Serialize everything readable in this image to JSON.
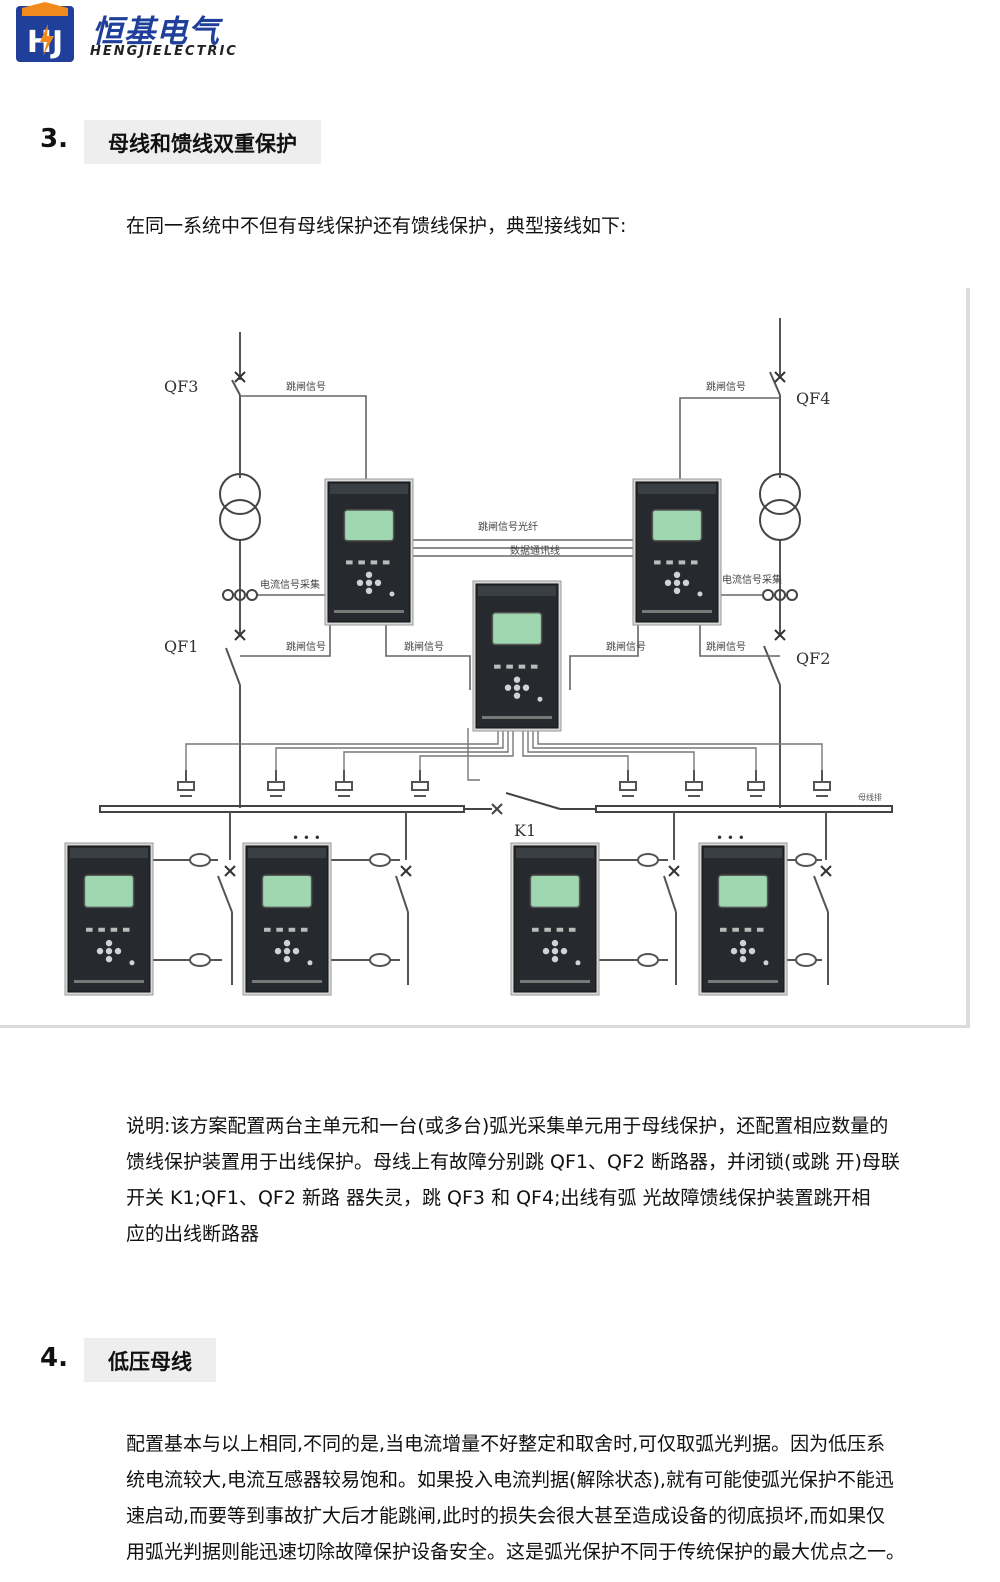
{
  "logo": {
    "mark_letters": "HJ",
    "brand_cn": "恒基电气",
    "brand_en": "HENGJIELECTRIC"
  },
  "section3": {
    "number": "3.",
    "title": "母线和馈线双重保护",
    "intro": "在同一系统中不但有母线保护还有馈线保护，典型接线如下:",
    "explanation_lines": [
      "说明:该方案配置两台主单元和一台(或多台)弧光采集单元用于母线保护，还配置相应数量的",
      "馈线保护装置用于出线保护。母线上有故障分别跳 QF1、QF2 断路器，并闭锁(或跳 开)母联",
      "开关  K1;QF1、QF2 新路  器失灵，跳  QF3  和  QF4;出线有弧  光故障馈线保护装置跳开相",
      "应的出线断路器"
    ]
  },
  "diagram": {
    "labels": {
      "qf3": "QF3",
      "qf4": "QF4",
      "qf1": "QF1",
      "qf2": "QF2",
      "k1": "K1",
      "trip_signal": "跳闸信号",
      "trip_fiber": "跳闸信号光纤",
      "data_comm": "数据通讯线",
      "current_sample": "电流信号采集",
      "busbar": "母线排",
      "ellipsis": "• • •"
    }
  },
  "section4": {
    "number": "4.",
    "title": "低压母线",
    "body_lines": [
      "配置基本与以上相同,不同的是,当电流增量不好整定和取舍时,可仅取弧光判据。因为低压系",
      "统电流较大,电流互感器较易饱和。如果投入电流判据(解除状态),就有可能使弧光保护不能迅",
      "速启动,而要等到事故扩大后才能跳闸,此时的损失会很大甚至造成设备的彻底损坏,而如果仅",
      "用弧光判据则能迅速切除故障保护设备安全。这是弧光保护不同于传统保护的最大优点之一。"
    ]
  },
  "colors": {
    "brand_blue": "#1f3f9a",
    "brand_orange": "#f08a1c",
    "device_dark": "#262a2e",
    "lcd_green": "#9fd8b0",
    "line_gray": "#555555"
  }
}
